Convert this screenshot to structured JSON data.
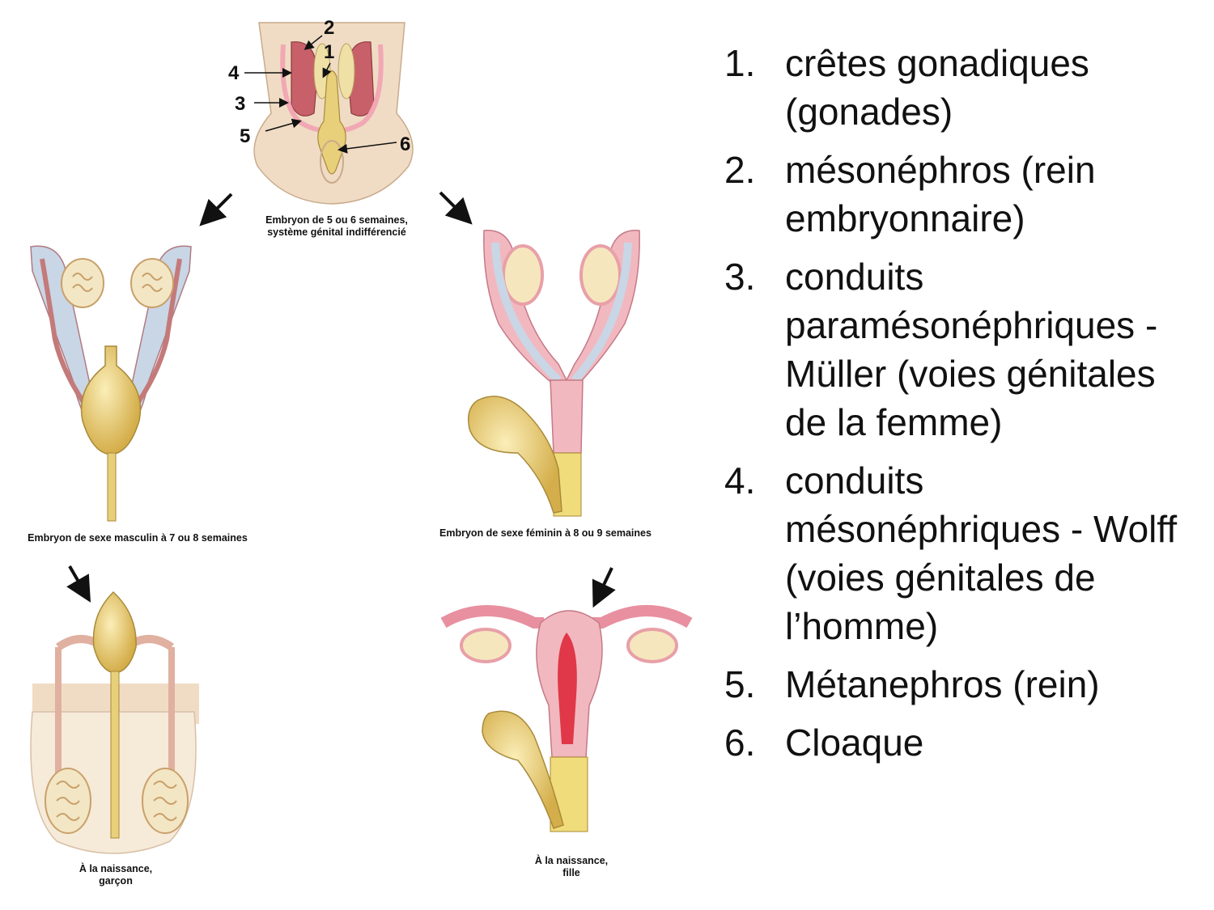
{
  "diagram": {
    "markers": [
      "1",
      "2",
      "3",
      "4",
      "5",
      "6"
    ],
    "captions": {
      "top_line1": "Embryon de 5 ou 6 semaines,",
      "top_line2": "système génital indifférencié",
      "male_embryo": "Embryon de sexe masculin à 7 ou 8 semaines",
      "female_embryo": "Embryon de sexe féminin à 8 ou 9 semaines",
      "boy_line1": "À la naissance,",
      "boy_line2": "garçon",
      "girl_line1": "À la naissance,",
      "girl_line2": "fille"
    },
    "colors": {
      "skin": "#f0dcc4",
      "pink": "#f2b8c0",
      "red": "#c8606a",
      "yellow": "#e8cf7a",
      "blue": "#c9d6e6",
      "deep_red": "#e03848"
    }
  },
  "legend": [
    {
      "num": "1.",
      "text": "crêtes gonadiques (gonades)"
    },
    {
      "num": "2.",
      "text": "mésonéphros (rein embryonnaire)"
    },
    {
      "num": "3.",
      "text": "conduits paramésonéphriques - Müller (voies génitales de la femme)"
    },
    {
      "num": "4.",
      "text": "conduits mésonéphriques - Wolff (voies génitales de l’homme)"
    },
    {
      "num": "5.",
      "text": "Métanephros (rein)"
    },
    {
      "num": "6.",
      "text": "Cloaque"
    }
  ]
}
